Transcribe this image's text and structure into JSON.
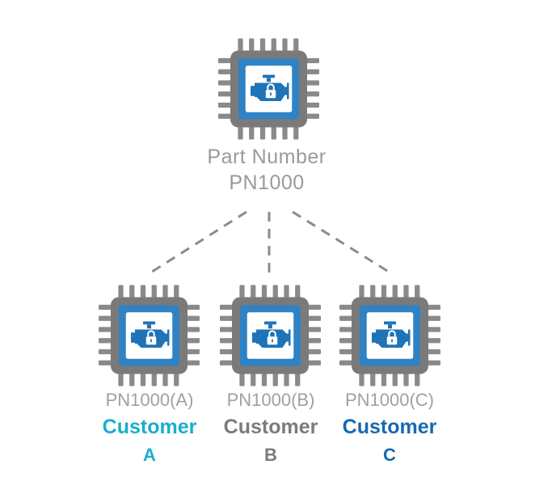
{
  "root": {
    "title": "Part Number",
    "part_number": "PN1000",
    "icon": "locked-engine-chip-icon"
  },
  "children": [
    {
      "part_number": "PN1000(A)",
      "customer": "Customer",
      "letter": "A",
      "color": "#1aaecf",
      "icon": "locked-engine-chip-icon"
    },
    {
      "part_number": "PN1000(B)",
      "customer": "Customer",
      "letter": "B",
      "color": "#7b7b7b",
      "icon": "locked-engine-chip-icon"
    },
    {
      "part_number": "PN1000(C)",
      "customer": "Customer",
      "letter": "C",
      "color": "#1769b0",
      "icon": "locked-engine-chip-icon"
    }
  ],
  "colors": {
    "chip_body": "#7a7a7a",
    "chip_pins": "#8a8a8a",
    "chip_frame": "#2f82c4",
    "chip_inner": "#ffffff",
    "icon_fill": "#1f73b7",
    "connector": "#8c8c8c"
  }
}
